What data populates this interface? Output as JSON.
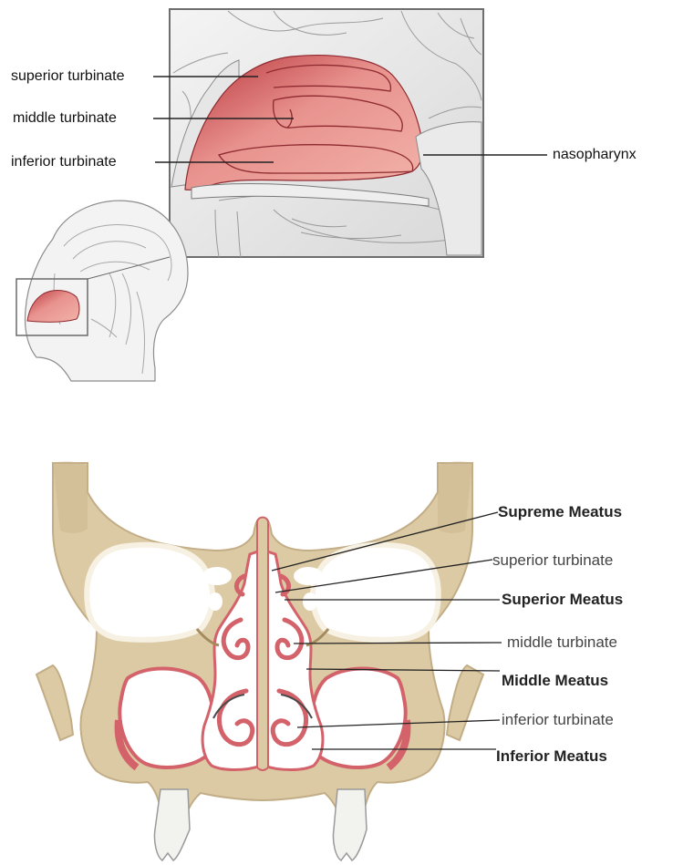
{
  "top_figure": {
    "labels": {
      "superior_turbinate": "superior turbinate",
      "middle_turbinate": "middle turbinate",
      "inferior_turbinate": "inferior turbinate",
      "nasopharynx": "nasopharynx"
    }
  },
  "bottom_figure": {
    "labels": {
      "supreme_meatus": "Supreme Meatus",
      "superior_turbinate": "superior turbinate",
      "superior_meatus": "Superior Meatus",
      "middle_turbinate": "middle turbinate",
      "middle_meatus": "Middle Meatus",
      "inferior_turbinate": "inferior turbinate",
      "inferior_meatus": "Inferior Meatus"
    }
  },
  "colors": {
    "bone": "#dccaa4",
    "bone_outline": "#c2ad86",
    "mucosa": "#d3626a",
    "tissue_pink": "#e88e8a",
    "line": "#222222",
    "tooth": "#f2f2ef"
  }
}
